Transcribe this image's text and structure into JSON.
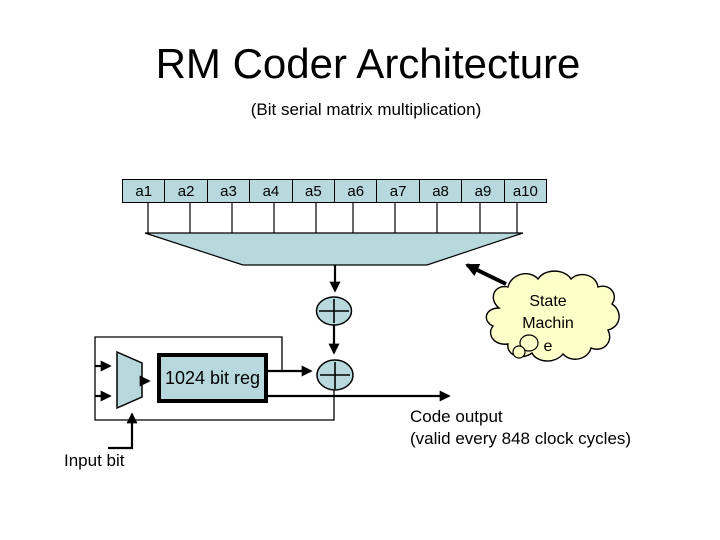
{
  "slide": {
    "title": "RM Coder Architecture",
    "subtitle": "(Bit serial matrix multiplication)"
  },
  "register_row": {
    "cells": [
      "a1",
      "a2",
      "a3",
      "a4",
      "a5",
      "a6",
      "a7",
      "a8",
      "a9",
      "a10"
    ]
  },
  "components": {
    "shift_reg_label": "1024 bit reg",
    "state_machine": {
      "line1": "State",
      "line2": "Machin",
      "line3": "e"
    }
  },
  "annotations": {
    "input_bit": "Input bit",
    "code_output": "Code output",
    "code_output_note": "(valid every 848 clock cycles)"
  },
  "colors": {
    "shape_fill": "#b7d9dd",
    "cloud_fill": "#ffffc9",
    "line_color": "#000000",
    "text_color": "#000000",
    "background": "#ffffff"
  }
}
